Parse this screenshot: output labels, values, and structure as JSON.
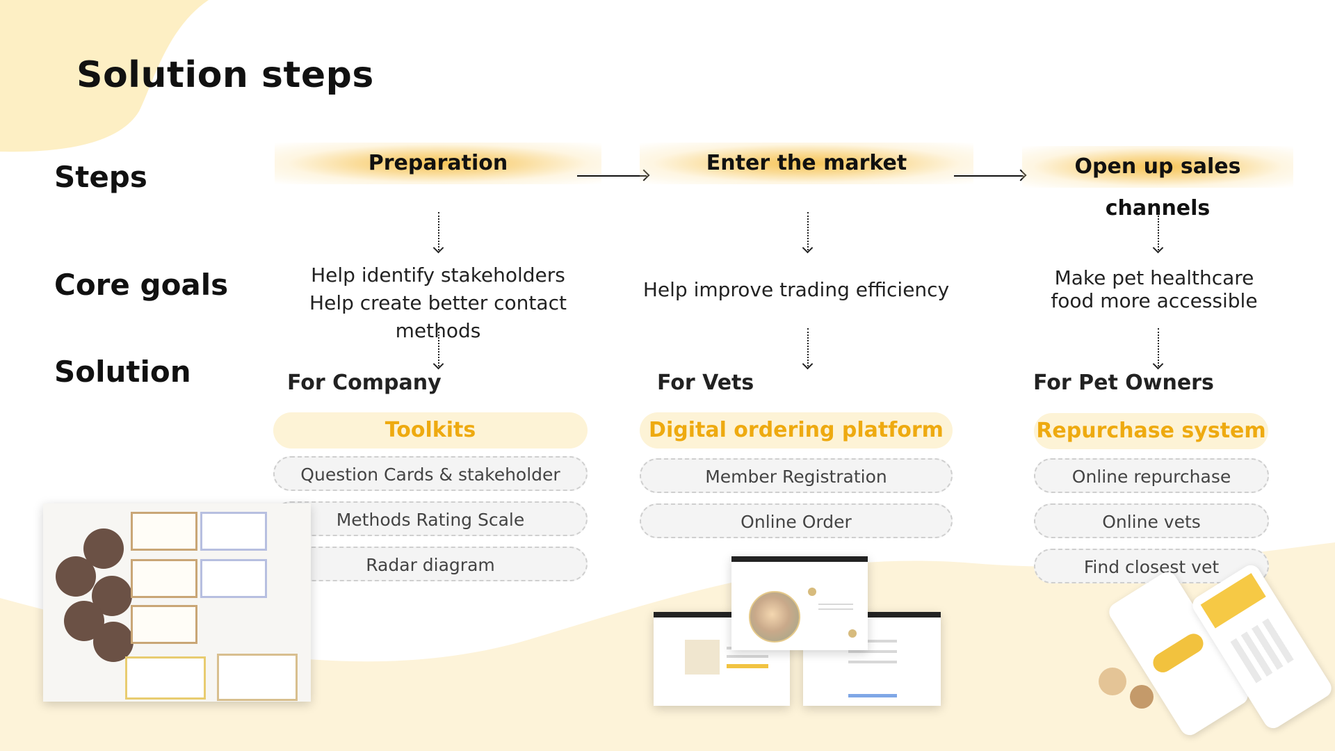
{
  "title": "Solution steps",
  "row_labels": {
    "steps": "Steps",
    "core_goals": "Core goals",
    "solution": "Solution"
  },
  "steps": [
    "Preparation",
    "Enter the market",
    "Open up sales channels"
  ],
  "core_goals": {
    "col1": [
      "Help identify stakeholders",
      "Help create better contact methods"
    ],
    "col2": [
      "Help improve trading efficiency"
    ],
    "col3": [
      "Make pet healthcare",
      "food more accessible"
    ]
  },
  "solutions": [
    {
      "for": "For Company",
      "main": "Toolkits",
      "items": [
        "Question Cards & stakeholder cards",
        "Methods Rating Scale",
        "Radar diagram"
      ]
    },
    {
      "for": "For Vets",
      "main": "Digital ordering platform",
      "items": [
        "Member Registration",
        "Online Order"
      ]
    },
    {
      "for": "For Pet Owners",
      "main": "Repurchase system",
      "items": [
        "Online repurchase",
        "Online vets",
        "Find closest vet"
      ]
    }
  ],
  "colors": {
    "accent": "#eeaa10",
    "blob": "#fdefc4",
    "glow": "#f6c14d"
  }
}
